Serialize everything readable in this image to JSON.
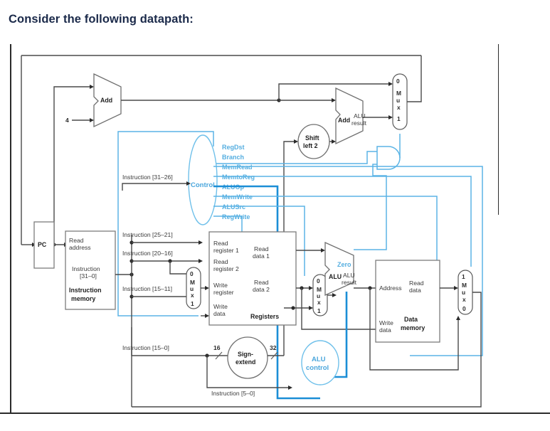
{
  "page": {
    "title": "Consider the following datapath:"
  },
  "diagram": {
    "name": "MIPS single-cycle datapath",
    "colors": {
      "control_signal": "#5bb4e5",
      "control_signal_bold": "#1b8ed6",
      "wire": "#4a4a4a",
      "title": "#1b2a4a",
      "block_border": "#7c7c7c"
    },
    "blocks": {
      "pc": "PC",
      "instruction_memory": {
        "read_address": "Read\naddress",
        "read_address_l1": "Read",
        "read_address_l2": "address",
        "instruction_out_l1": "Instruction",
        "instruction_out_l2": "[31–0]",
        "name_l1": "Instruction",
        "name_l2": "memory"
      },
      "registers": {
        "read_register_1_l1": "Read",
        "read_register_1_l2": "register 1",
        "read_register_2_l1": "Read",
        "read_register_2_l2": "register 2",
        "write_register_l1": "Write",
        "write_register_l2": "register",
        "write_data_l1": "Write",
        "write_data_l2": "data",
        "read_data_1_l1": "Read",
        "read_data_1_l2": "data 1",
        "read_data_2_l1": "Read",
        "read_data_2_l2": "data 2",
        "name": "Registers"
      },
      "data_memory": {
        "address": "Address",
        "read_data_l1": "Read",
        "read_data_l2": "data",
        "write_data_l1": "Write",
        "write_data_l2": "data",
        "name_l1": "Data",
        "name_l2": "memory"
      },
      "alu": {
        "label": "ALU",
        "result_l1": "ALU",
        "result_l2": "result",
        "zero": "Zero"
      },
      "adder_pc": "Add",
      "adder_branch": {
        "label": "Add",
        "result_l1": "ALU",
        "result_l2": "result"
      },
      "shift_left_2_l1": "Shift",
      "shift_left_2_l2": "left 2",
      "sign_extend_l1": "Sign-",
      "sign_extend_l2": "extend",
      "control": "Control",
      "alu_control_l1": "ALU",
      "alu_control_l2": "control"
    },
    "control_signals": [
      "RegDst",
      "Branch",
      "MemRead",
      "MemtoReg",
      "ALUOp",
      "MemWrite",
      "ALUSrc",
      "RegWrite"
    ],
    "bus_labels": {
      "constant_four": "4",
      "instr_31_26": "Instruction [31–26]",
      "instr_25_21": "Instruction [25–21]",
      "instr_20_16": "Instruction [20–16]",
      "instr_15_11": "Instruction [15–11]",
      "instr_15_0": "Instruction [15–0]",
      "instr_5_0": "Instruction [5–0]",
      "width_16": "16",
      "width_32": "32"
    },
    "mux_labels": {
      "pcsrc_top": "0",
      "pcsrc_bottom": "1",
      "regdst_top": "0",
      "regdst_bottom": "1",
      "alusrc_top": "0",
      "alusrc_bottom": "1",
      "memtoreg_top": "1",
      "memtoreg_bottom": "0",
      "m": "M",
      "u": "u",
      "x": "x"
    }
  }
}
